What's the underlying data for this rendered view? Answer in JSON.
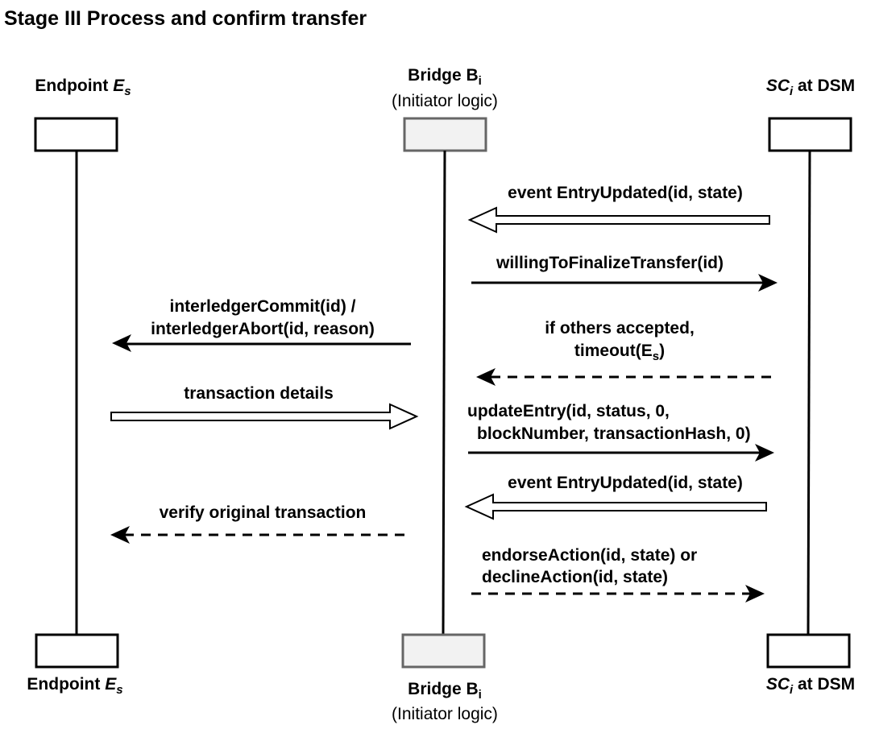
{
  "title": "Stage III Process and confirm transfer",
  "participants": [
    {
      "name": "Endpoint ",
      "sym": "E",
      "sub": "s",
      "suffix": "",
      "note": ""
    },
    {
      "name": "Bridge B",
      "sym": "",
      "sub": "i",
      "suffix": "",
      "note": "(Initiator logic)"
    },
    {
      "name": "",
      "sym": "SC",
      "sub": "i",
      "suffix": " at DSM",
      "note": ""
    }
  ],
  "messages": [
    {
      "lines": [
        "event EntryUpdated(id, state)"
      ],
      "from": "SC",
      "to": "Bridge",
      "style": "hollow"
    },
    {
      "lines": [
        "willingToFinalizeTransfer(id)"
      ],
      "from": "Bridge",
      "to": "SC",
      "style": "solid"
    },
    {
      "lines": [
        "interledgerCommit(id) /",
        "interledgerAbort(id, reason)"
      ],
      "from": "Bridge",
      "to": "Endpoint",
      "style": "solid"
    },
    {
      "lines": [
        "if others accepted,",
        "timeout(E",
        "s",
        ")"
      ],
      "from": "SC",
      "to": "Bridge",
      "style": "dashed"
    },
    {
      "lines": [
        "transaction details"
      ],
      "from": "Endpoint",
      "to": "Bridge",
      "style": "hollow"
    },
    {
      "lines": [
        "updateEntry(id, status, 0,",
        "blockNumber, transactionHash, 0)"
      ],
      "from": "Bridge",
      "to": "SC",
      "style": "solid"
    },
    {
      "lines": [
        "event EntryUpdated(id, state)"
      ],
      "from": "SC",
      "to": "Bridge",
      "style": "hollow"
    },
    {
      "lines": [
        "verify original transaction"
      ],
      "from": "Bridge",
      "to": "Endpoint",
      "style": "dashed"
    },
    {
      "lines": [
        "endorseAction(id, state) or",
        "declineAction(id, state)"
      ],
      "from": "Bridge",
      "to": "SC",
      "style": "dashed"
    }
  ],
  "colors": {
    "line": "#000000",
    "box_fill": "#ffffff",
    "bridge_box_fill": "#f2f2f2",
    "bridge_box_stroke": "#666666"
  }
}
